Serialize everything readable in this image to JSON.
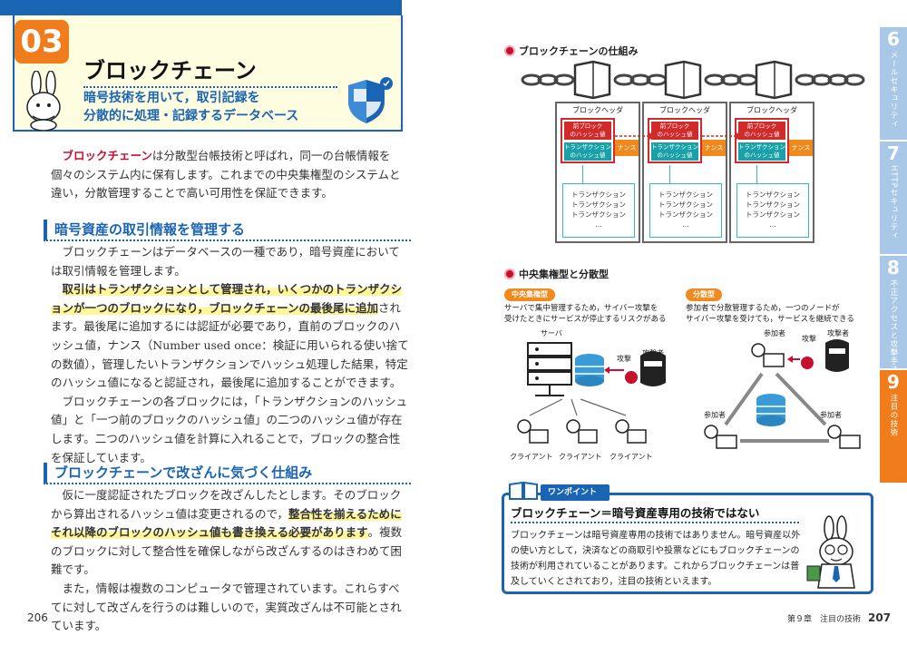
{
  "left": {
    "section_number": "03",
    "title": "ブロックチェーン",
    "subtitle_line1": "暗号技術を用いて，取引記録を",
    "subtitle_line2": "分散的に処理・記録するデータベース",
    "intro_kw": "ブロックチェーン",
    "intro_rest": "は分散型台帳技術と呼ばれ，同一の台帳情報を個々のシステム内に保有します。これまでの中央集権型のシステムと違い，分散管理することで高い可用性を保証できます。",
    "h2_1": "暗号資産の取引情報を管理する",
    "p2": "ブロックチェーンはデータベースの一種であり，暗号資産においては取引情報を管理します。",
    "p3_hl": "取引はトランザクションとして管理され，いくつかのトランザクションが一つのブロックになり，ブロックチェーンの最後尾に追加",
    "p3_rest": "されます。最後尾に追加するには認証が必要であり，直前のブロックのハッシュ値，ナンス（Number used once：検証に用いられる使い捨ての数値），管理したいトランザクションでハッシュ処理した結果，特定のハッシュ値になると認証され，最後尾に追加することができます。",
    "p4": "ブロックチェーンの各ブロックには，「トランザクションのハッシュ値」と「一つ前のブロックのハッシュ値」の二つのハッシュ値が存在します。二つのハッシュ値を計算に入れることで，ブロックの整合性を保証しています。",
    "h2_2": "ブロックチェーンで改ざんに気づく仕組み",
    "p5_a": "仮に一度認証されたブロックを改ざんしたとします。そのブロックから算出されるハッシュ値は変更されるので，",
    "p5_hl": "整合性を揃えるためにそれ以降のブロックのハッシュ値も書き換える必要があります",
    "p5_b": "。複数のブロックに対して整合性を確保しながら改ざんするのはきわめて困難です。",
    "p6": "また，情報は複数のコンピュータで管理されています。これらすべてに対して改ざんを行うのは難しいので，実質改ざんは不可能とされています。",
    "page_number": "206"
  },
  "right": {
    "fig1_title": "ブロックチェーンの仕組み",
    "block_header": "ブロックヘッダ",
    "prev_hash_1": "前ブロック",
    "prev_hash_2": "のハッシュ値",
    "tx_hash_1": "トランザクション",
    "tx_hash_2": "のハッシュ値",
    "nonce": "ナンス",
    "tx_line": "トランザクション",
    "ellipsis": "…",
    "fig2_title": "中央集権型と分散型",
    "central_tag": "中央集権型",
    "central_desc_1": "サーバで集中管理するため，サイバー攻撃を",
    "central_desc_2": "受けたときにサービスが停止するリスクがある",
    "server_label": "サーバ",
    "attack_label": "攻撃",
    "attacker_label": "攻撃者",
    "client_label": "クライアント",
    "dist_tag": "分散型",
    "dist_desc_1": "参加者で分散管理するため，一つのノードが",
    "dist_desc_2": "サイバー攻撃を受けても，サービスを継続できる",
    "participant_label": "参加者",
    "onepoint_tab": "ワンポイント",
    "onepoint_title": "ブロックチェーン＝暗号資産専用の技術ではない",
    "onepoint_body": "ブロックチェーンは暗号資産専用の技術ではありません。暗号資産以外の使い方として，決済などの商取引や投票などにもブロックチェーンの技術が利用されていることがあります。これからブロックチェーンは普及していくとされており，注目の技術といえます。",
    "chapter_label": "第９章　注目の技術",
    "page_number": "207"
  },
  "side_tabs": [
    {
      "num": "6",
      "label": "メールセキュリティ",
      "color": "#a9c8e8"
    },
    {
      "num": "7",
      "label": "HTTPセキュリティ",
      "color": "#a9c8e8"
    },
    {
      "num": "8",
      "label": "不正アクセスと攻撃手法",
      "color": "#a9c8e8"
    },
    {
      "num": "9",
      "label": "注目の技術",
      "color": "#f07c1c"
    }
  ],
  "colors": {
    "accent_blue": "#1a64b4",
    "accent_orange": "#f07c1c",
    "keyword_red": "#c8102e"
  }
}
